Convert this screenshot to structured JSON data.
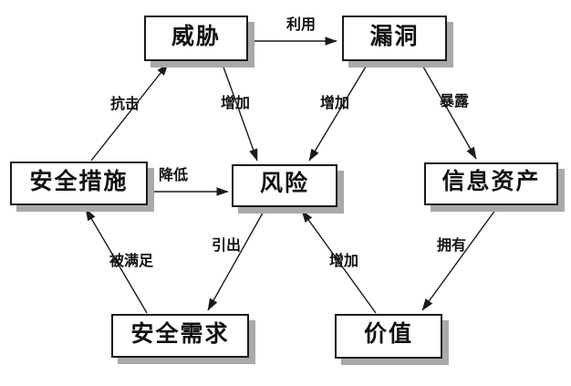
{
  "diagram": {
    "description": "information-security risk relationship diagram",
    "colors": {
      "background": "#ffffff",
      "box_fill": "#ffffff",
      "box_border": "#1a1a1a",
      "box_shadow": "#a9a9a9",
      "line": "#1a1a1a",
      "text": "#111111"
    },
    "nodes": [
      {
        "id": "threat",
        "label": "威胁"
      },
      {
        "id": "vulnerability",
        "label": "漏洞"
      },
      {
        "id": "security-measures",
        "label": "安全措施"
      },
      {
        "id": "risk",
        "label": "风险"
      },
      {
        "id": "information-assets",
        "label": "信息资产"
      },
      {
        "id": "security-requirements",
        "label": "安全需求"
      },
      {
        "id": "value",
        "label": "价值"
      }
    ],
    "edges": [
      {
        "from": "threat",
        "to": "vulnerability",
        "label": "利用"
      },
      {
        "from": "security-measures",
        "to": "threat",
        "label": "抗击"
      },
      {
        "from": "threat",
        "to": "risk",
        "label": "增加"
      },
      {
        "from": "vulnerability",
        "to": "risk",
        "label": "增加"
      },
      {
        "from": "vulnerability",
        "to": "information-assets",
        "label": "暴露"
      },
      {
        "from": "security-measures",
        "to": "risk",
        "label": "降低"
      },
      {
        "from": "security-requirements",
        "to": "security-measures",
        "label": "被满足"
      },
      {
        "from": "risk",
        "to": "security-requirements",
        "label": "引出"
      },
      {
        "from": "value",
        "to": "risk",
        "label": "增加"
      },
      {
        "from": "information-assets",
        "to": "value",
        "label": "拥有"
      }
    ]
  }
}
